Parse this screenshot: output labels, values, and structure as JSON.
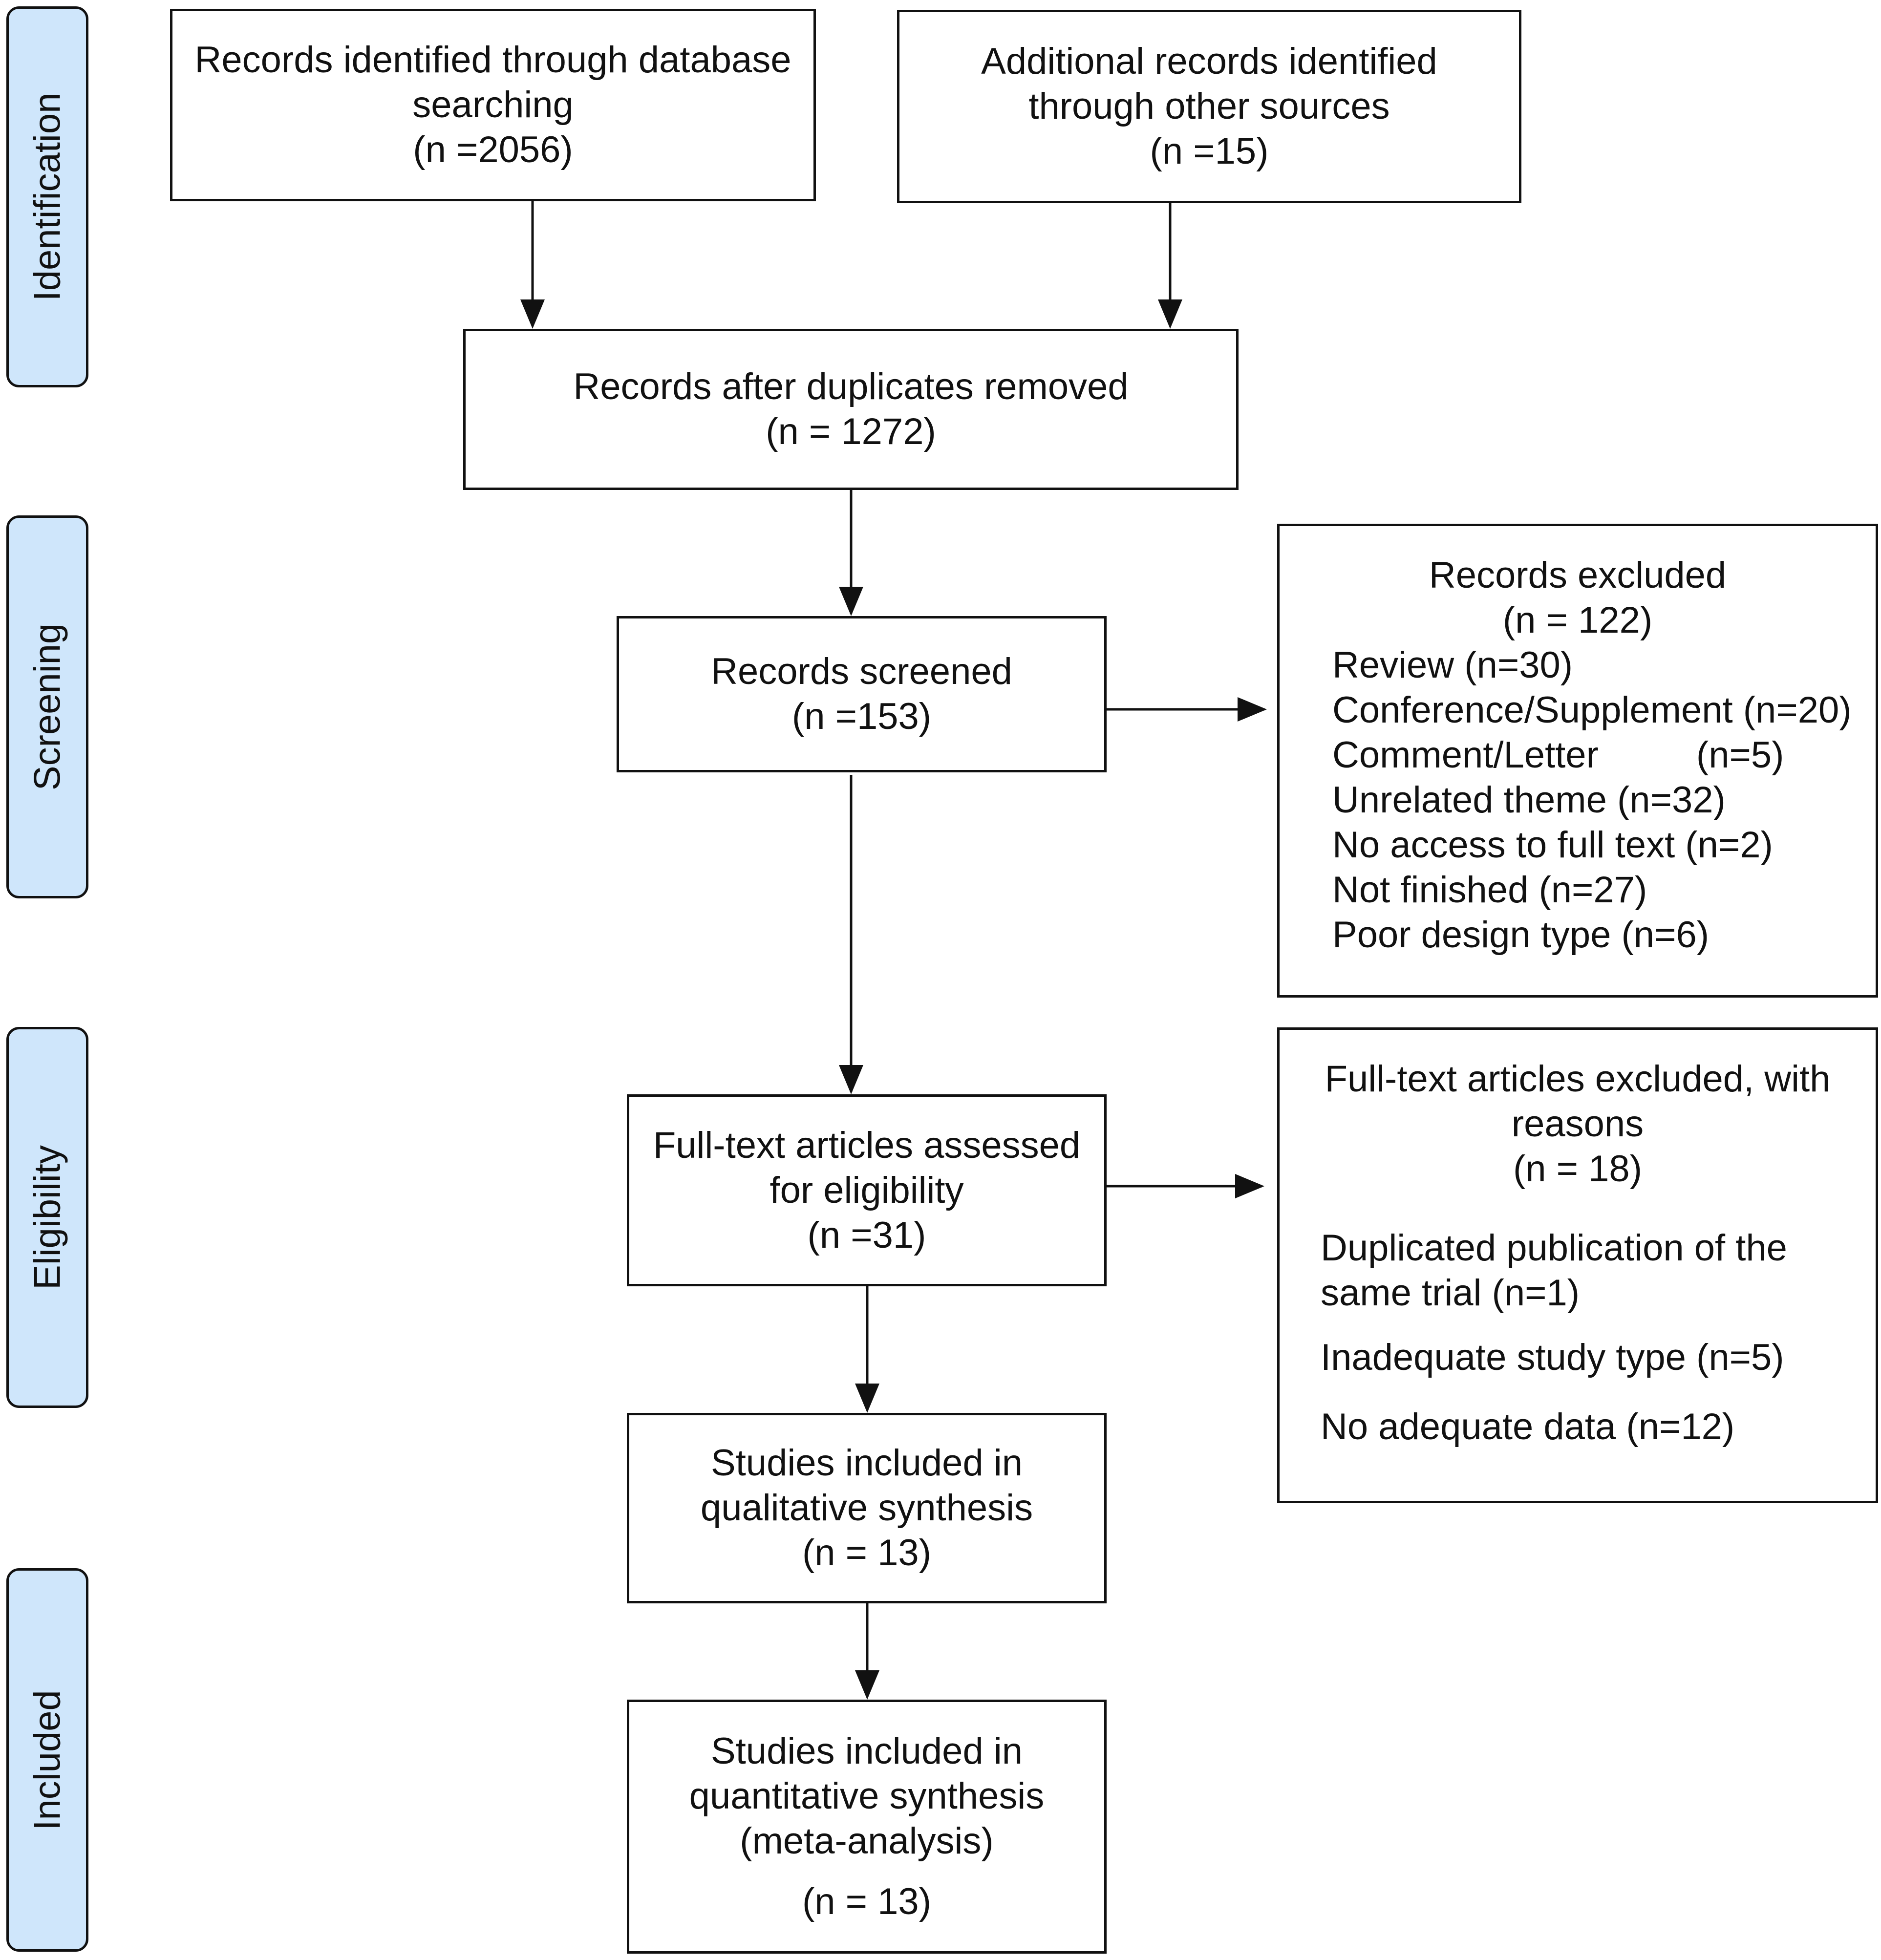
{
  "phases": {
    "identification": "Identification",
    "screening": "Screening",
    "eligibility": "Eligibility",
    "included": "Included"
  },
  "boxes": {
    "database_records": {
      "line1": "Records identified through database",
      "line2": "searching",
      "count": "(n =2056)"
    },
    "other_sources": {
      "line1": "Additional records identified",
      "line2": "through other sources",
      "count": "(n =15)"
    },
    "after_duplicates": {
      "line1": "Records after duplicates removed",
      "count": "(n = 1272)"
    },
    "screened": {
      "line1": "Records screened",
      "count": "(n =153)"
    },
    "records_excluded": {
      "title": "Records excluded",
      "count": "(n = 122)",
      "items": [
        "Review (n=30)",
        "Conference/Supplement (n=20)",
        "Comment/Letter",
        "Unrelated theme (n=32)",
        "No access to full text (n=2)",
        "Not finished (n=27)",
        "Poor design type (n=6)"
      ],
      "comment_letter_count": "(n=5)"
    },
    "full_text": {
      "line1": "Full-text articles assessed",
      "line2": "for eligibility",
      "count": "(n =31)"
    },
    "fulltext_excluded": {
      "title_line1": "Full-text articles excluded, with",
      "title_line2": "reasons",
      "count": "(n = 18)",
      "reason1_line1": "Duplicated publication of the",
      "reason1_line2": "same trial (n=1)",
      "reason2": "Inadequate study type (n=5)",
      "reason3": "No adequate data  (n=12)"
    },
    "qualitative": {
      "line1": "Studies included in",
      "line2": "qualitative synthesis",
      "count": "(n = 13)"
    },
    "quantitative": {
      "line1": "Studies included in",
      "line2": "quantitative synthesis",
      "line3": "(meta-analysis)",
      "count": "(n = 13)"
    }
  }
}
